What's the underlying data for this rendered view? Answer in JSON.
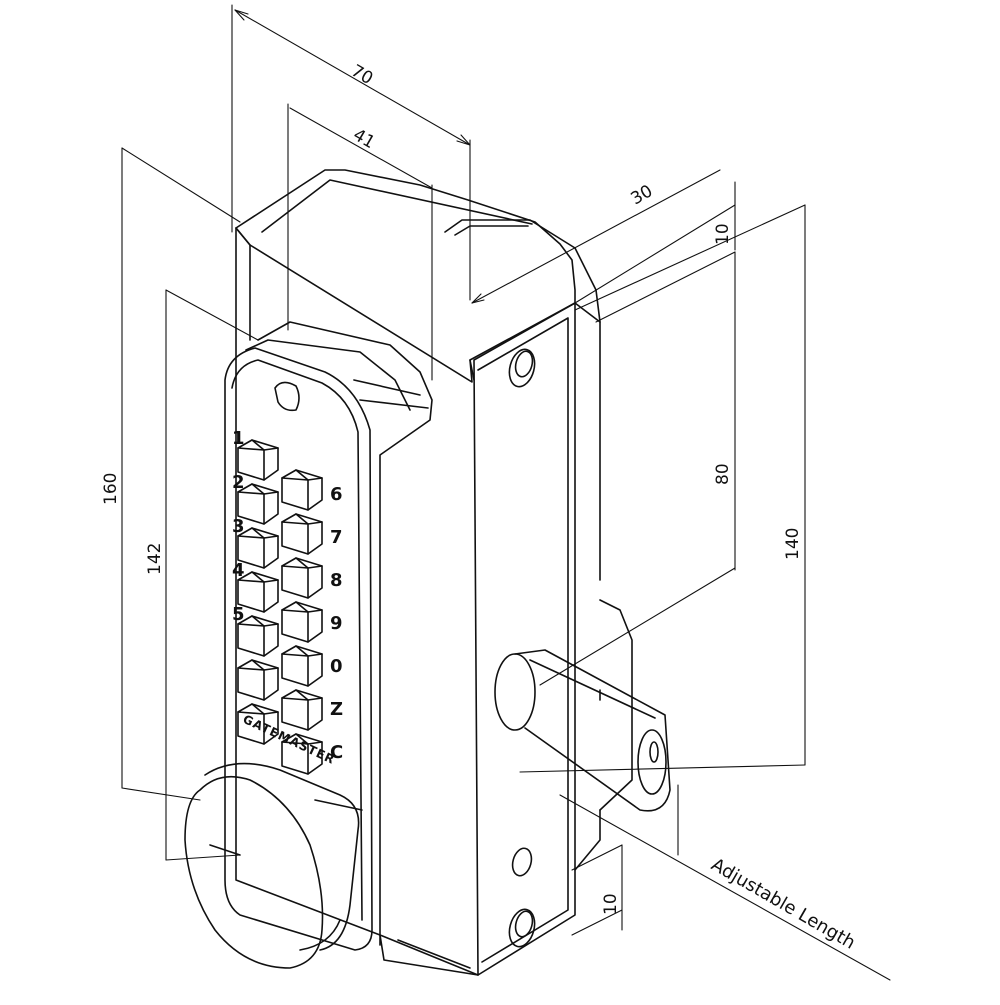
{
  "dimensions": {
    "overall_depth": "70",
    "keypad_depth": "41",
    "body_width": "30",
    "top_offset": "10",
    "hole_spacing": "80",
    "body_height": "140",
    "overall_height": "160",
    "keypad_height": "142",
    "bottom_offset": "10",
    "adjustable_length": "Adjustable Length"
  },
  "keypad": {
    "left_column": [
      "1",
      "2",
      "3",
      "4",
      "5"
    ],
    "right_column": [
      "6",
      "7",
      "8",
      "9",
      "0",
      "Z",
      "C"
    ],
    "brand": "GATEMASTER"
  },
  "colors": {
    "line": "#111111",
    "background": "#ffffff"
  }
}
